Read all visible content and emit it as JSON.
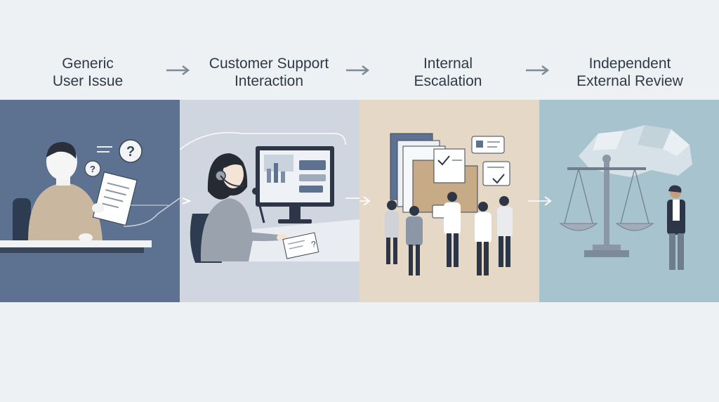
{
  "stages": [
    {
      "line1": "Generic",
      "line2": "User Issue",
      "icon": "person-reading-document",
      "panel_color": "#5d7290"
    },
    {
      "line1": "Customer Support",
      "line2": "Interaction",
      "icon": "support-agent-at-computer",
      "panel_color": "#cfd6df"
    },
    {
      "line1": "Internal",
      "line2": "Escalation",
      "icon": "team-with-folders",
      "panel_color": "#e6d8c6"
    },
    {
      "line1": "Independent",
      "line2": "External Review",
      "icon": "scales-of-justice",
      "panel_color": "#a7c3cd"
    }
  ],
  "colors": {
    "background": "#eef1f4",
    "text": "#2f3a46",
    "arrow": "#7d8a98"
  }
}
